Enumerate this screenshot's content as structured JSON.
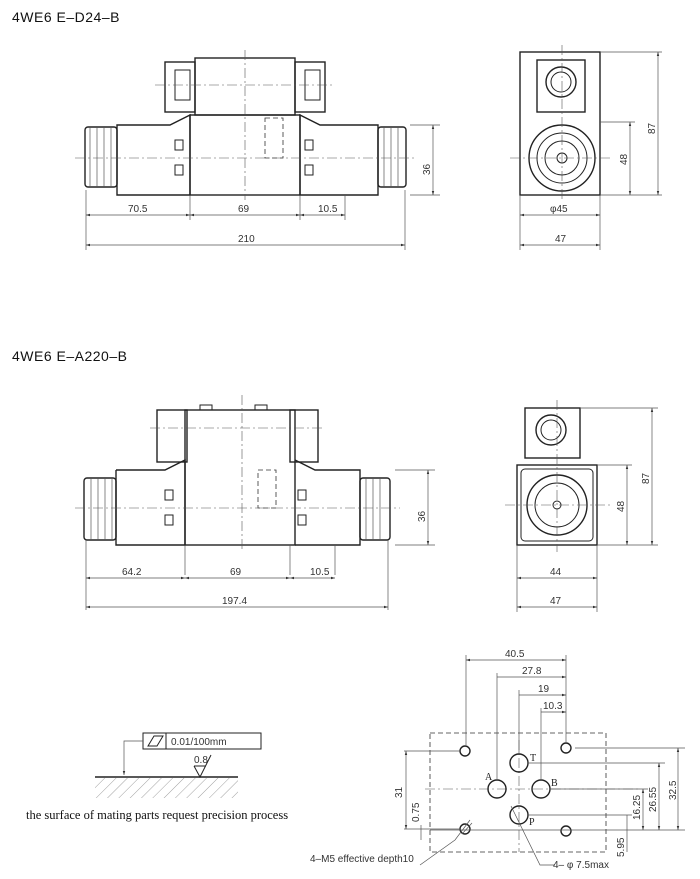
{
  "drawing1": {
    "title": "4WE6 E–D24–B",
    "dims": {
      "left": "70.5",
      "middle": "69",
      "right": "10.5",
      "total": "210",
      "height": "36",
      "end_height": "87",
      "end_coil_height": "48",
      "end_diameter": "φ45",
      "end_width": "47"
    }
  },
  "drawing2": {
    "title": "4WE6 E–A220–B",
    "dims": {
      "left": "64.2",
      "middle": "69",
      "right": "10.5",
      "total": "197.4",
      "height": "36",
      "end_height": "87",
      "end_coil_height": "48",
      "end_coil_width": "44",
      "end_width": "47"
    }
  },
  "surface": {
    "flatness": "0.01/100mm",
    "roughness": "0.8",
    "note": "the surface of mating parts request precision process"
  },
  "subplate": {
    "ports": {
      "t": "T",
      "a": "A",
      "b": "B",
      "p": "P"
    },
    "dims": {
      "d40_5": "40.5",
      "d27_8": "27.8",
      "d19": "19",
      "d10_3": "10.3",
      "d31": "31",
      "d0_75": "0.75",
      "d32_5": "32.5",
      "d26_55": "26.55",
      "d16_25": "16.25",
      "d5_95": "5.95"
    },
    "thread_note": "4–M5 effective depth10",
    "hole_note": "4– φ 7.5max"
  }
}
